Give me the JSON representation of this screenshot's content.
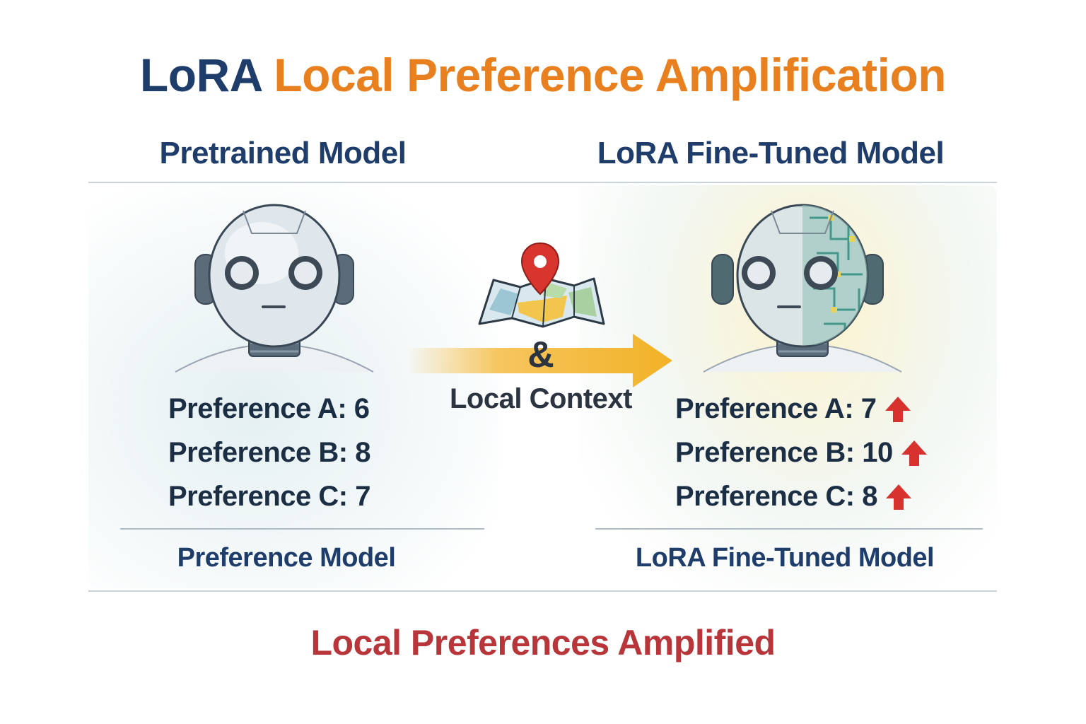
{
  "title": {
    "part1": "LoRA",
    "part2": "Local Preference Amplification"
  },
  "left": {
    "heading": "Pretrained Model",
    "preferences": [
      {
        "label": "Preference A: 6"
      },
      {
        "label": "Preference B: 8"
      },
      {
        "label": "Preference C: 7"
      }
    ],
    "caption": "Preference Model",
    "icon": "robot-icon"
  },
  "right": {
    "heading": "LoRA Fine-Tuned Model",
    "preferences": [
      {
        "label": "Preference A: 7",
        "trend": "up"
      },
      {
        "label": "Preference B: 10",
        "trend": "up"
      },
      {
        "label": "Preference C: 8",
        "trend": "up"
      }
    ],
    "caption": "LoRA Fine-Tuned Model",
    "icon": "robot-circuit-icon"
  },
  "center": {
    "ampersand": "&",
    "label": "Local Context",
    "icons": [
      "map-pin-icon",
      "arrow-right-icon"
    ]
  },
  "footer": "Local Preferences Amplified",
  "colors": {
    "navy": "#1f3d6b",
    "orange": "#e8801f",
    "red": "#b8353a",
    "arrow": "#f3b227",
    "up_arrow": "#d8322e"
  }
}
